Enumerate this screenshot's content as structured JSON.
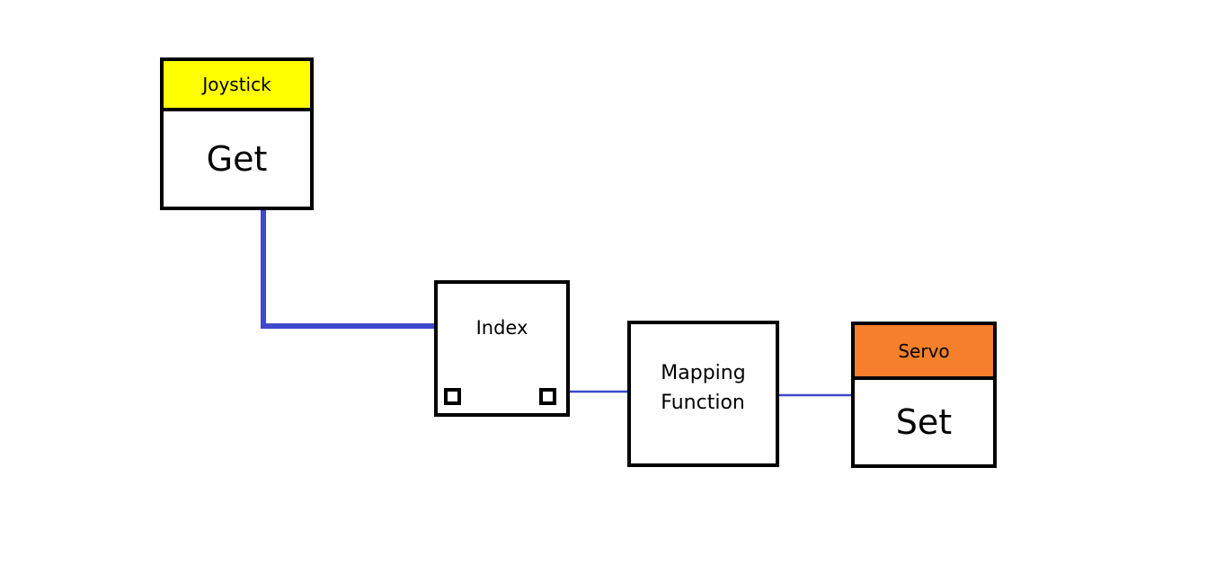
{
  "diagram": {
    "joystick_block": {
      "header": "Joystick",
      "body": "Get",
      "header_color": "#ffff00"
    },
    "index_node": {
      "label": "Index"
    },
    "mapping_node": {
      "label": "Mapping\nFunction"
    },
    "servo_block": {
      "header": "Servo",
      "body": "Set",
      "header_color": "#f57f2a"
    },
    "wire_color": "#3f48cc"
  }
}
